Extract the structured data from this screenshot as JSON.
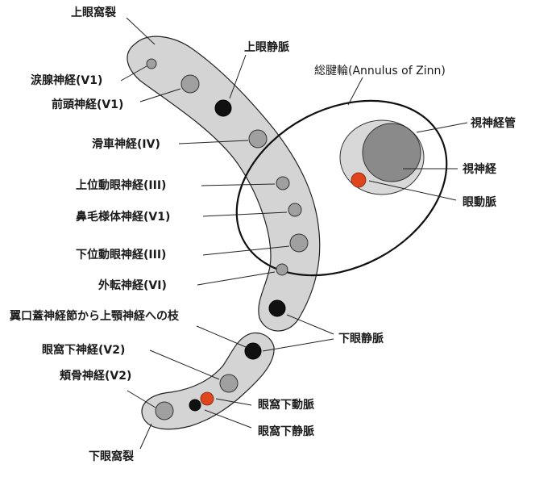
{
  "labels": {
    "superior_orbital_fissure": "上眼窩裂",
    "superior_ophthalmic_vein": "上眼静脈",
    "annulus": "総腱輪(Annulus of Zinn)",
    "lacrimal_nerve": "涙腺神経(V1)",
    "frontal_nerve": "前頭神経(V1)",
    "trochlear_nerve": "滑車神経(IV)",
    "optic_canal": "視神経管",
    "optic_nerve": "視神経",
    "ophthalmic_artery": "眼動脈",
    "oculomotor_superior": "上位動眼神経(III)",
    "nasociliary_nerve": "鼻毛様体神経(V1)",
    "oculomotor_inferior": "下位動眼神経(III)",
    "abducens_nerve": "外転神経(VI)",
    "pterygopalatine_branch": "翼口蓋神経節から上顎神経への枝",
    "inferior_ophthalmic_vein": "下眼静脈",
    "infraorbital_nerve": "眼窩下神経(V2)",
    "zygomatic_nerve": "頬骨神経(V2)",
    "infraorbital_artery": "眼窩下動脈",
    "infraorbital_vein": "眼窩下静脈",
    "inferior_orbital_fissure": "下眼窩裂"
  },
  "colors": {
    "fissure_fill": "#d4d4d4",
    "nerve_fill": "#a0a0a0",
    "vein_fill": "#111111",
    "artery_fill": "#e0461e",
    "optic_nerve_fill": "#8a8a8a"
  }
}
